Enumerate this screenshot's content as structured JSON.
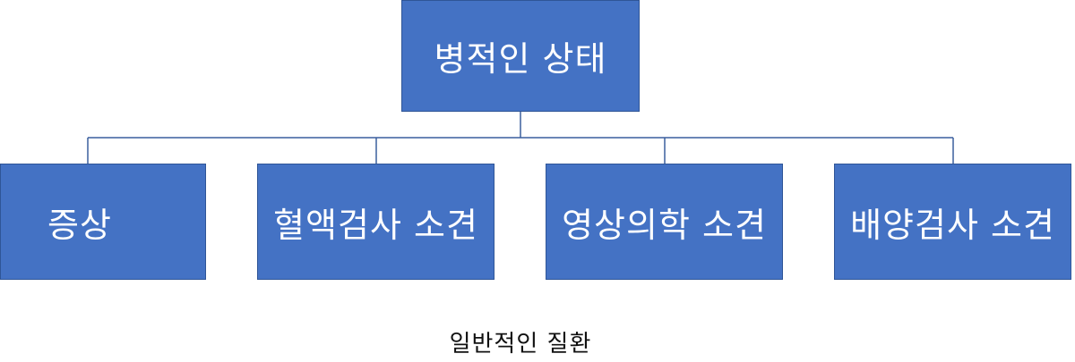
{
  "diagram": {
    "root": {
      "label": "병적인 상태"
    },
    "children": [
      {
        "label": "증상"
      },
      {
        "label": "혈액검사 소견"
      },
      {
        "label": "영상의학 소견"
      },
      {
        "label": "배양검사 소견"
      }
    ],
    "caption": "일반적인 질환",
    "colors": {
      "node_fill": "#4472c4",
      "node_border": "#2f5597",
      "node_text": "#ffffff",
      "connector": "#3a5f9e"
    }
  }
}
